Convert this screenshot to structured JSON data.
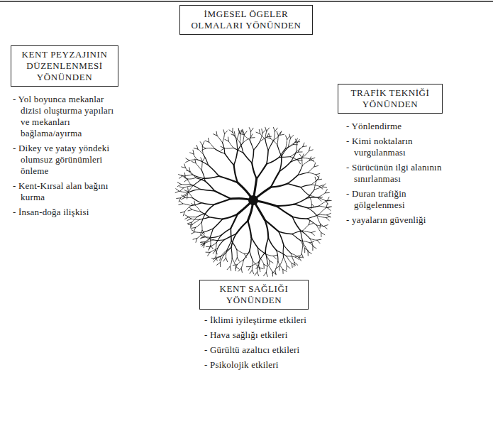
{
  "diagram": {
    "nodes": [
      {
        "text": [
          "İMGESEL ÖGELER OLMALARI YÖNÜNDEN"
        ]
      },
      {
        "text": [
          "KENT PEYZAJININ DÜZENLENMESİ YÖNÜNDEN"
        ]
      },
      {
        "text": [
          "TRAFİK TEKNİĞİ YÖNÜNDEN"
        ]
      },
      {
        "text": [
          "KENT SAĞLIĞI YÖNÜNDEN"
        ]
      }
    ],
    "labels": [
      "- Yol boyunca mekanlar dizisi oluşturma yapıları ve mekanları bağlama/ayırma",
      "- Dikey ve yatay yöndeki olumsuz görünümleri önleme",
      "- Kent-Kırsal alan bağını kurma",
      "- İnsan-doğa ilişkisi",
      "- Yönlendirme",
      "- Kimi noktaların vurgulanması",
      "- Sürücünün ilgi alanının sınırlanması",
      "- Duran trafiğin gölgelenmesi",
      "- yayaların güvenliği",
      "- İklimi iyileştirme etkileri",
      "- Hava sağlığı etkileri",
      "- Gürültü azaltıcı etkileri",
      "- Psikolojik etkileri"
    ]
  }
}
